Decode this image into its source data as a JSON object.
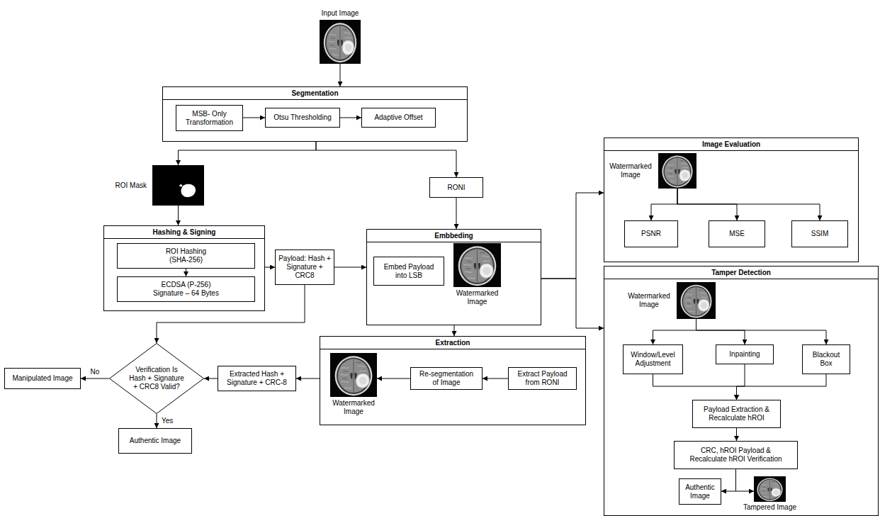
{
  "diagram": {
    "nodes": [
      {
        "text": [
          "Input Image"
        ]
      },
      {
        "text": [
          "Segmentation"
        ]
      },
      {
        "text": [
          "MSB- Only Transformation"
        ],
        "in": 1
      },
      {
        "text": [
          "Otsu Thresholding"
        ],
        "in": 1
      },
      {
        "text": [
          "Adaptive Offset"
        ],
        "in": 1
      },
      {
        "text": [
          "ROI Mask"
        ]
      },
      {
        "text": [
          "RONI"
        ]
      },
      {
        "text": [
          "Hashing & Signing"
        ]
      },
      {
        "text": [
          "ROI Hashing (SHA-256)"
        ],
        "in": 7
      },
      {
        "text": [
          "ECDSA (P-256) Signature – 64 Bytes"
        ],
        "in": 7
      },
      {
        "text": [
          "Payload: Hash + Signature + CRC8"
        ]
      },
      {
        "text": [
          "Embbeding"
        ]
      },
      {
        "text": [
          "Embed Payload into LSB"
        ],
        "in": 11
      },
      {
        "text": [
          "Watermarked Image"
        ],
        "in": 11
      },
      {
        "text": [
          "Image Evaluation"
        ]
      },
      {
        "text": [
          "Watermarked Image"
        ],
        "in": 14
      },
      {
        "text": [
          "PSNR"
        ],
        "in": 14
      },
      {
        "text": [
          "MSE"
        ],
        "in": 14
      },
      {
        "text": [
          "SSIM"
        ],
        "in": 14
      },
      {
        "text": [
          "Tamper Detection"
        ]
      },
      {
        "text": [
          "Watermarked Image"
        ],
        "in": 19
      },
      {
        "text": [
          "Window/Level Adjustment"
        ],
        "in": 19
      },
      {
        "text": [
          "Inpainting"
        ],
        "in": 19
      },
      {
        "text": [
          "Blackout Box"
        ],
        "in": 19
      },
      {
        "text": [
          "Payload Extraction & Recalculate hROI"
        ],
        "in": 19
      },
      {
        "text": [
          "CRC, hROI Payload & Recalculate hROI Verification"
        ],
        "in": 19
      },
      {
        "text": [
          "Authentic Image"
        ],
        "in": 19
      },
      {
        "text": [
          "Tampered Image"
        ],
        "in": 19
      },
      {
        "text": [
          "Extraction"
        ]
      },
      {
        "text": [
          "Watermarked Image"
        ],
        "in": 28
      },
      {
        "text": [
          "Re-segmentation of Image"
        ],
        "in": 28
      },
      {
        "text": [
          "Extract Payload from RONI"
        ],
        "in": 28
      },
      {
        "text": [
          "Extracted Hash + Signature + CRC-8"
        ]
      },
      {
        "text": [
          "Verification Is Hash + Signature + CRC8 Valid?"
        ]
      },
      {
        "text": [
          "Manipulated Image"
        ]
      },
      {
        "text": [
          "Authentic Image"
        ]
      }
    ],
    "edges": [
      {
        "from": 0,
        "to": 1,
        "arrow": "to"
      },
      {
        "from": 2,
        "to": 3,
        "arrow": "to"
      },
      {
        "from": 3,
        "to": 4,
        "arrow": "to"
      },
      {
        "from": 1,
        "to": 5,
        "arrow": "to"
      },
      {
        "from": 1,
        "to": 6,
        "arrow": "to"
      },
      {
        "from": 5,
        "to": 7,
        "arrow": "to"
      },
      {
        "from": 8,
        "to": 9,
        "arrow": "to"
      },
      {
        "from": 7,
        "to": 10,
        "arrow": "to"
      },
      {
        "from": 10,
        "to": 11,
        "arrow": "to"
      },
      {
        "from": 6,
        "to": 11,
        "arrow": "to"
      },
      {
        "from": 11,
        "to": 14,
        "arrow": "to"
      },
      {
        "from": 11,
        "to": 19,
        "arrow": "to"
      },
      {
        "from": 11,
        "to": 28,
        "arrow": "to"
      },
      {
        "from": 31,
        "to": 30,
        "arrow": "to"
      },
      {
        "from": 30,
        "to": 29,
        "arrow": "to"
      },
      {
        "from": 28,
        "to": 32,
        "arrow": "to"
      },
      {
        "from": 32,
        "to": 33,
        "arrow": "to"
      },
      {
        "from": 10,
        "to": 33,
        "arrow": "to"
      },
      {
        "from": 33,
        "to": 34,
        "label": "No",
        "arrow": "to"
      },
      {
        "from": 33,
        "to": 35,
        "label": "Yes",
        "arrow": "to"
      },
      {
        "from": 15,
        "to": 16,
        "arrow": "to"
      },
      {
        "from": 15,
        "to": 17,
        "arrow": "to"
      },
      {
        "from": 15,
        "to": 18,
        "arrow": "to"
      },
      {
        "from": 20,
        "to": 21,
        "arrow": "to"
      },
      {
        "from": 20,
        "to": 22,
        "arrow": "to"
      },
      {
        "from": 20,
        "to": 23,
        "arrow": "to"
      },
      {
        "from": 21,
        "to": 24,
        "arrow": "to"
      },
      {
        "from": 22,
        "to": 24,
        "arrow": "to"
      },
      {
        "from": 23,
        "to": 24,
        "arrow": "to"
      },
      {
        "from": 24,
        "to": 25,
        "arrow": "to"
      },
      {
        "from": 25,
        "to": 26,
        "arrow": "to"
      },
      {
        "from": 25,
        "to": 27,
        "arrow": "to"
      }
    ]
  }
}
